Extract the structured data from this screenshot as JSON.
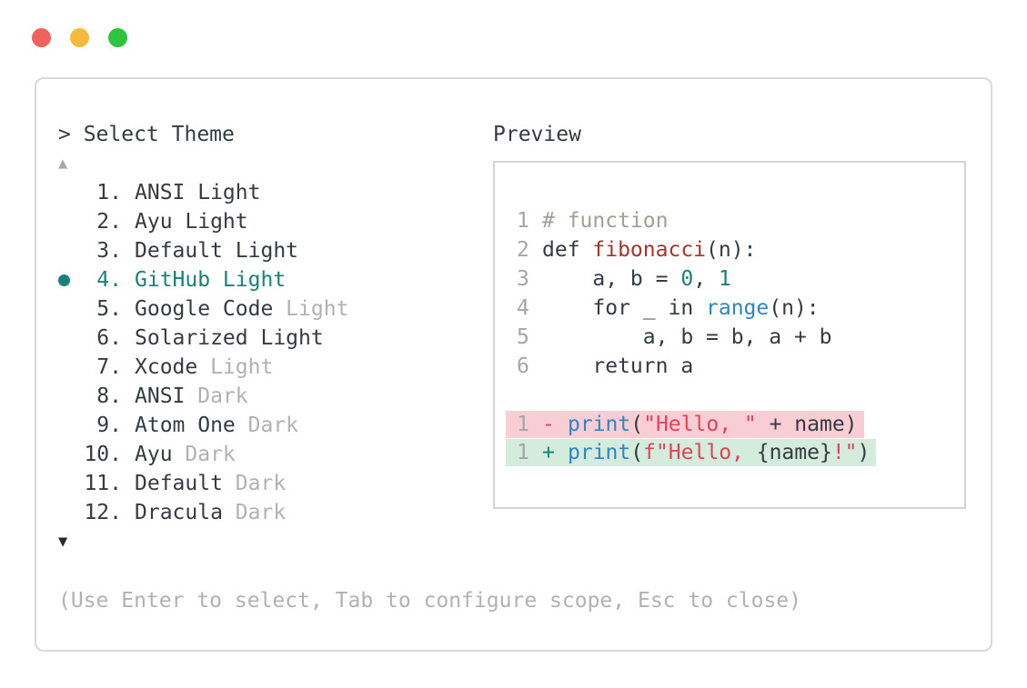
{
  "window": {
    "traffic_lights": [
      {
        "name": "close",
        "color": "#f2625d"
      },
      {
        "name": "minimize",
        "color": "#f5b93e"
      },
      {
        "name": "zoom",
        "color": "#2dc53d"
      }
    ]
  },
  "selector": {
    "prompt": "> Select Theme",
    "scroll_up": "▲",
    "scroll_down": "▼",
    "items": [
      {
        "number": "1.",
        "name": "ANSI Light",
        "variant": "",
        "selected": false
      },
      {
        "number": "2.",
        "name": "Ayu Light",
        "variant": "",
        "selected": false
      },
      {
        "number": "3.",
        "name": "Default Light",
        "variant": "",
        "selected": false
      },
      {
        "number": "4.",
        "name": "GitHub Light",
        "variant": "",
        "selected": true
      },
      {
        "number": "5.",
        "name": "Google Code",
        "variant": " Light",
        "selected": false
      },
      {
        "number": "6.",
        "name": "Solarized Light",
        "variant": "",
        "selected": false
      },
      {
        "number": "7.",
        "name": "Xcode",
        "variant": " Light",
        "selected": false
      },
      {
        "number": "8.",
        "name": "ANSI",
        "variant": " Dark",
        "selected": false
      },
      {
        "number": "9.",
        "name": "Atom One",
        "variant": " Dark",
        "selected": false
      },
      {
        "number": "10.",
        "name": "Ayu",
        "variant": " Dark",
        "selected": false
      },
      {
        "number": "11.",
        "name": "Default",
        "variant": " Dark",
        "selected": false
      },
      {
        "number": "12.",
        "name": "Dracula",
        "variant": " Dark",
        "selected": false
      }
    ],
    "hint": "(Use Enter to select, Tab to configure scope, Esc to close)"
  },
  "preview": {
    "label": "Preview",
    "code_lines": [
      {
        "number": "1",
        "tokens": [
          {
            "t": "# function",
            "c": "comment"
          }
        ]
      },
      {
        "number": "2",
        "tokens": [
          {
            "t": "def ",
            "c": "text"
          },
          {
            "t": "fibonacci",
            "c": "function"
          },
          {
            "t": "(n):",
            "c": "text"
          }
        ]
      },
      {
        "number": "3",
        "tokens": [
          {
            "t": "    a, b = ",
            "c": "text"
          },
          {
            "t": "0",
            "c": "number"
          },
          {
            "t": ", ",
            "c": "text"
          },
          {
            "t": "1",
            "c": "number"
          }
        ]
      },
      {
        "number": "4",
        "tokens": [
          {
            "t": "    for _ in ",
            "c": "text"
          },
          {
            "t": "range",
            "c": "builtin"
          },
          {
            "t": "(n):",
            "c": "text"
          }
        ]
      },
      {
        "number": "5",
        "tokens": [
          {
            "t": "        a, b = b, a + b",
            "c": "text"
          }
        ]
      },
      {
        "number": "6",
        "tokens": [
          {
            "t": "    return a",
            "c": "text"
          }
        ]
      }
    ],
    "diff": {
      "removed": {
        "number": "1",
        "sign": "-",
        "tokens": [
          {
            "t": "print",
            "c": "builtin"
          },
          {
            "t": "(",
            "c": "text"
          },
          {
            "t": "\"Hello, \"",
            "c": "string"
          },
          {
            "t": " + name)",
            "c": "text"
          }
        ]
      },
      "added": {
        "number": "1",
        "sign": "+",
        "tokens": [
          {
            "t": "print",
            "c": "builtin"
          },
          {
            "t": "(",
            "c": "text"
          },
          {
            "t": "f\"Hello, ",
            "c": "string"
          },
          {
            "t": "{name}",
            "c": "text"
          },
          {
            "t": "!\"",
            "c": "string"
          },
          {
            "t": ")",
            "c": "text"
          }
        ]
      }
    }
  },
  "colors": {
    "accent_teal": "#1b8078",
    "text": "#353b40",
    "muted_gray": "#b1b1b1",
    "line_number_gray": "#a5a5a5",
    "comment": "#9ba396",
    "function_red": "#a5342c",
    "builtin_blue": "#2e86c3",
    "string_red": "#e0435a",
    "number_teal": "#1b8078",
    "removed_bg": "#f8cdd3",
    "added_bg": "#d4ecdb",
    "removed_sign": "#cf4759",
    "added_sign": "#1b8078",
    "panel_border": "#d9d9d9"
  }
}
